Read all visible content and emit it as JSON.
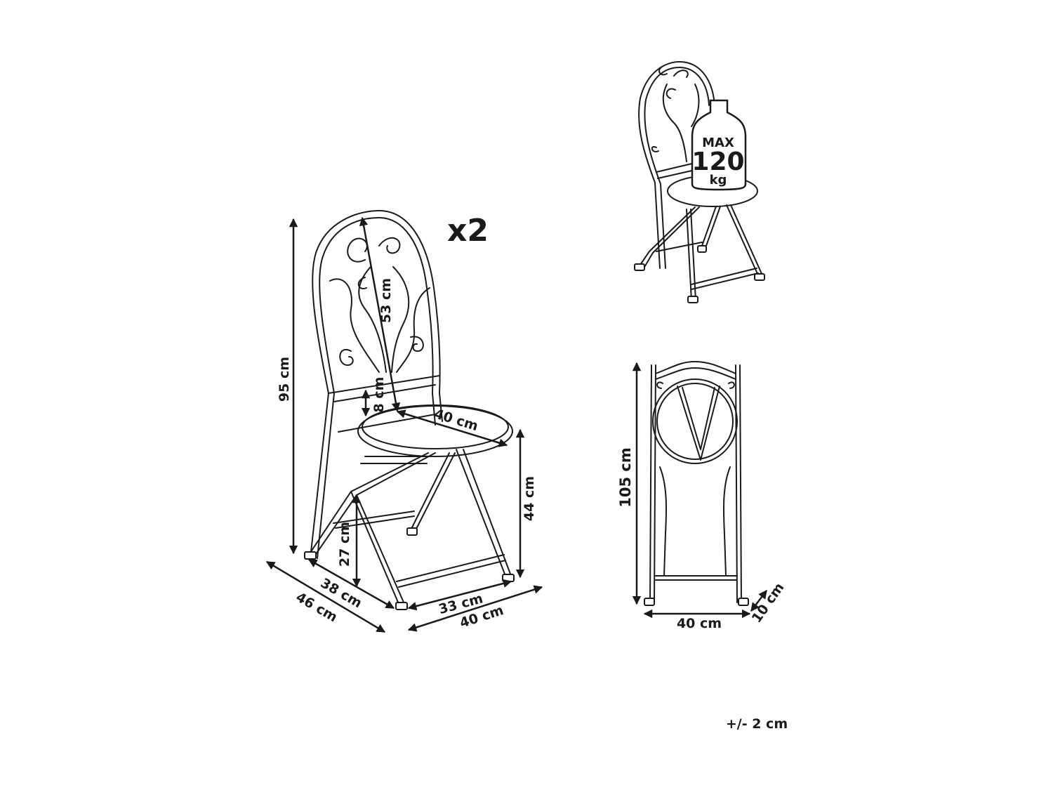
{
  "quantity": "x2",
  "tolerance": "+/- 2 cm",
  "weight_badge": {
    "line1": "MAX",
    "line2": "120",
    "line3": "kg"
  },
  "dimensions": {
    "total_height": "95 cm",
    "backrest_height": "53 cm",
    "seat_gap": "8 cm",
    "seat_diameter": "40 cm",
    "seat_height": "44 cm",
    "lower_brace_height": "27 cm",
    "inner_depth": "38 cm",
    "overall_depth": "46 cm",
    "inner_width": "33 cm",
    "overall_width": "40 cm",
    "folded_height": "105 cm",
    "folded_width": "40 cm",
    "folded_depth": "10 cm"
  }
}
